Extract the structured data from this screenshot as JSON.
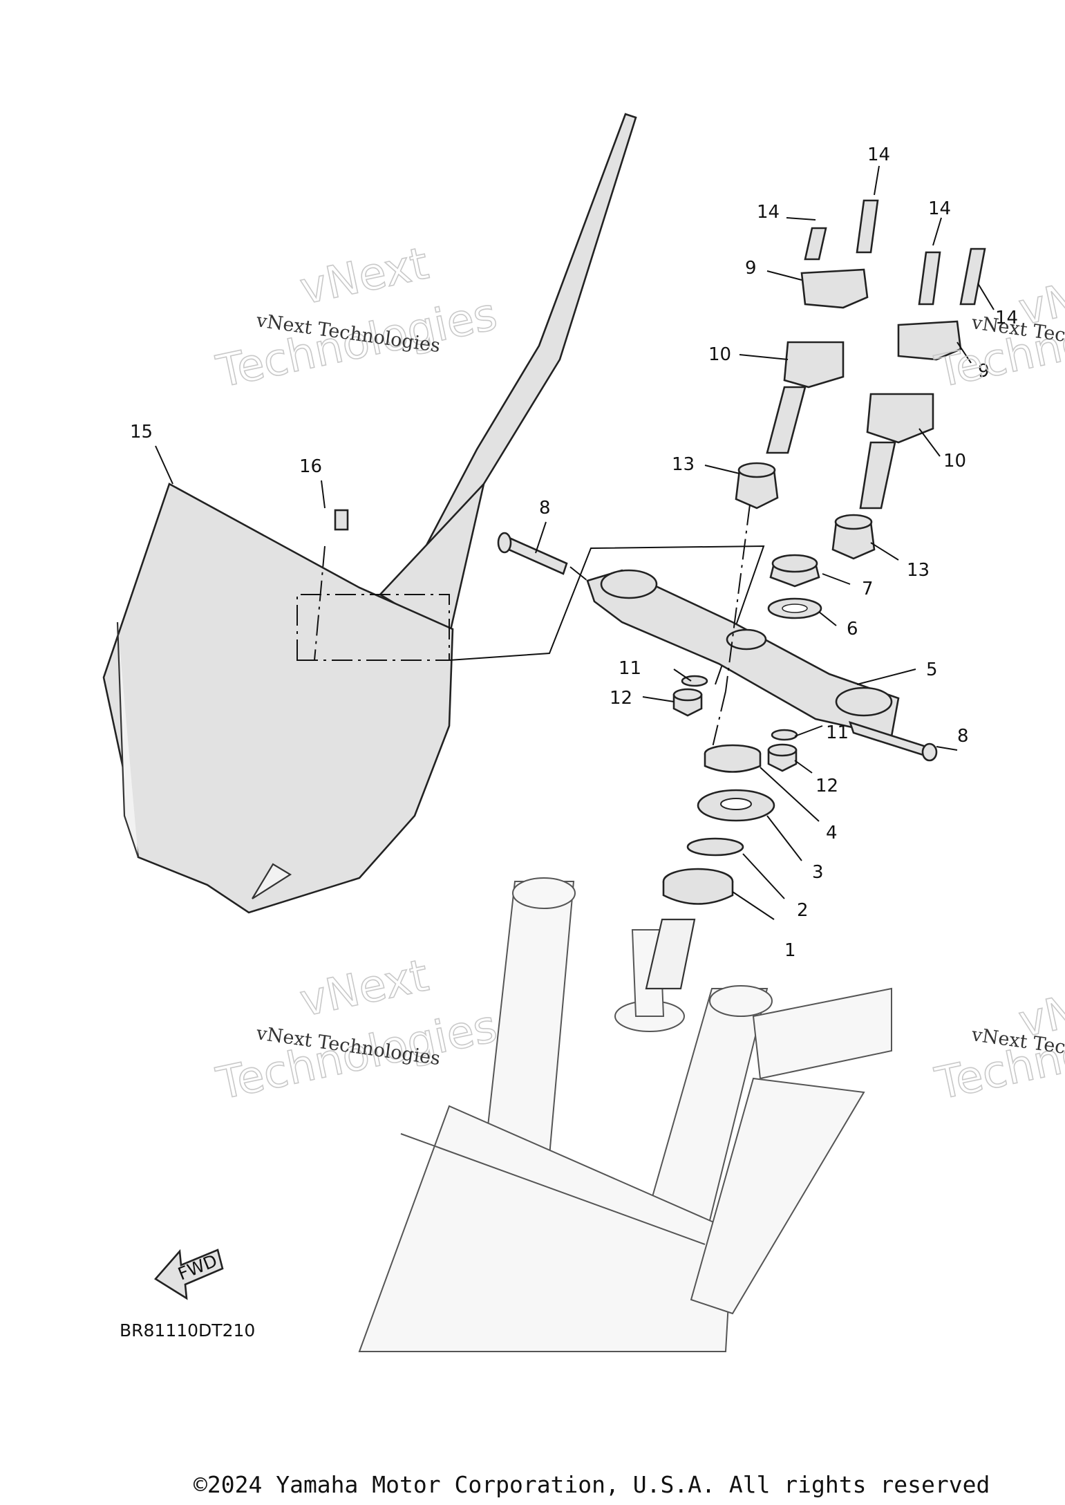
{
  "diagram": {
    "callouts": [
      {
        "id": "c1",
        "label": "1"
      },
      {
        "id": "c2",
        "label": "2"
      },
      {
        "id": "c3",
        "label": "3"
      },
      {
        "id": "c4",
        "label": "4"
      },
      {
        "id": "c5",
        "label": "5"
      },
      {
        "id": "c6",
        "label": "6"
      },
      {
        "id": "c7",
        "label": "7"
      },
      {
        "id": "c8a",
        "label": "8"
      },
      {
        "id": "c8b",
        "label": "8"
      },
      {
        "id": "c9a",
        "label": "9"
      },
      {
        "id": "c9b",
        "label": "9"
      },
      {
        "id": "c10a",
        "label": "10"
      },
      {
        "id": "c10b",
        "label": "10"
      },
      {
        "id": "c11a",
        "label": "11"
      },
      {
        "id": "c11b",
        "label": "11"
      },
      {
        "id": "c12a",
        "label": "12"
      },
      {
        "id": "c12b",
        "label": "12"
      },
      {
        "id": "c13a",
        "label": "13"
      },
      {
        "id": "c13b",
        "label": "13"
      },
      {
        "id": "c14a",
        "label": "14"
      },
      {
        "id": "c14b",
        "label": "14"
      },
      {
        "id": "c14c",
        "label": "14"
      },
      {
        "id": "c14d",
        "label": "14"
      },
      {
        "id": "c15",
        "label": "15"
      },
      {
        "id": "c16",
        "label": "16"
      }
    ],
    "fwd_label": "FWD",
    "drawing_code": "BR81110DT210"
  },
  "watermark": {
    "small_text": "vNext Technologies",
    "big_text_line1": "vNext",
    "big_text_line2": "Technologies"
  },
  "footer": {
    "copyright": "©2024 Yamaha Motor Corporation, U.S.A. All rights reserved"
  },
  "colors": {
    "background": "#ffffff",
    "ink": "#111111",
    "part_fill": "#e2e2e2",
    "watermark": "#c9c9c9"
  }
}
